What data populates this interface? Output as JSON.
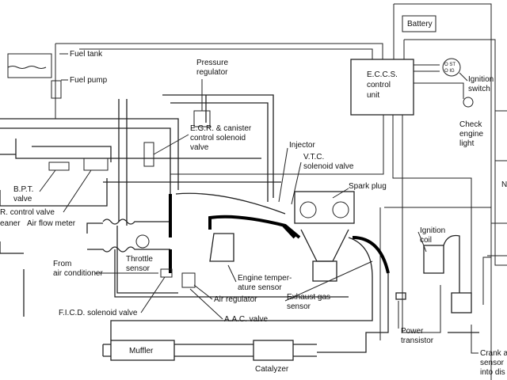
{
  "labels": {
    "battery": "Battery",
    "eccs": [
      "E.C.C.S.",
      "control",
      "unit"
    ],
    "ignition_switch": [
      "Ignition",
      "switch"
    ],
    "switch_positions": [
      "O ST",
      "O IG"
    ],
    "check_engine_light": [
      "Check",
      "engine",
      "light"
    ],
    "fuel_tank": "Fuel tank",
    "fuel_pump": "Fuel pump",
    "pressure_regulator": [
      "Pressure",
      "regulator"
    ],
    "egr_canister": [
      "E.G.R. & canister",
      "control solenoid",
      "valve"
    ],
    "injector": "Injector",
    "vtc": [
      "V.T.C.",
      "solenoid valve"
    ],
    "spark_plug": "Spark plug",
    "bpt": [
      "B.P.T.",
      "valve"
    ],
    "egr_control": "R. control valve",
    "air_cleaner": "eaner",
    "air_flow_meter": "Air flow meter",
    "from_ac": [
      "From",
      "air conditioner"
    ],
    "throttle_sensor": [
      "Throttle",
      "sensor"
    ],
    "engine_temp": [
      "Engine temper-",
      "ature sensor"
    ],
    "exhaust_gas": [
      "Exhaust gas",
      "sensor"
    ],
    "ficd": "F.I.C.D. solenoid valve",
    "air_regulator": "Air regulator",
    "aac": "A.A.C. valve",
    "muffler": "Muffler",
    "catalyzer": "Catalyzer",
    "ignition_coil": [
      "Ignition",
      "coil"
    ],
    "power_transistor": [
      "Power",
      "transistor"
    ],
    "crank_sensor": [
      "Crank a",
      "sensor",
      "into dis"
    ],
    "edge_n": "N"
  }
}
